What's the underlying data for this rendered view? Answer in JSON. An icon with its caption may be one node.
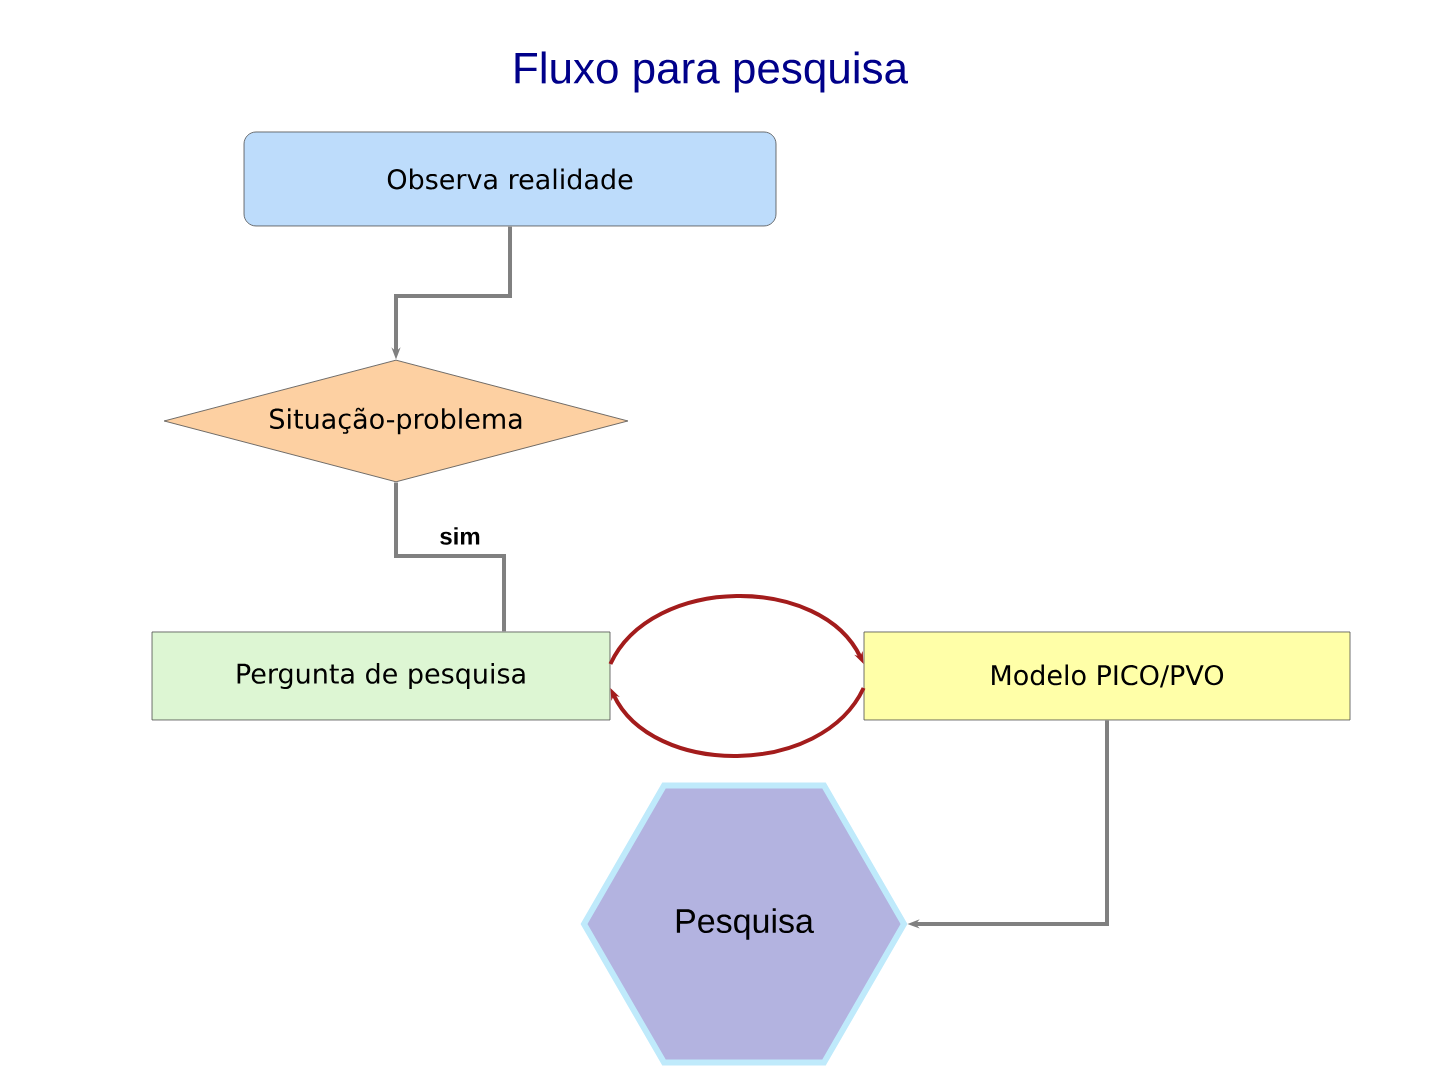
{
  "diagram": {
    "title": "Fluxo para pesquisa",
    "nodes": [
      {
        "text": [
          "Observa realidade"
        ]
      },
      {
        "text": [
          "Situação-problema"
        ]
      },
      {
        "text": [
          "Pergunta de pesquisa"
        ]
      },
      {
        "text": [
          "Modelo PICO/PVO"
        ]
      },
      {
        "text": [
          "Pesquisa"
        ]
      }
    ],
    "edges": [
      {
        "from": 0,
        "to": 1,
        "arrow": "to"
      },
      {
        "from": 1,
        "to": 2,
        "arrow": "none",
        "label": "sim"
      },
      {
        "from": 2,
        "to": 3,
        "arrow": "to",
        "color": "#a31c1c"
      },
      {
        "from": 3,
        "to": 2,
        "arrow": "to",
        "color": "#a31c1c"
      },
      {
        "from": 3,
        "to": 4,
        "arrow": "to"
      }
    ]
  }
}
